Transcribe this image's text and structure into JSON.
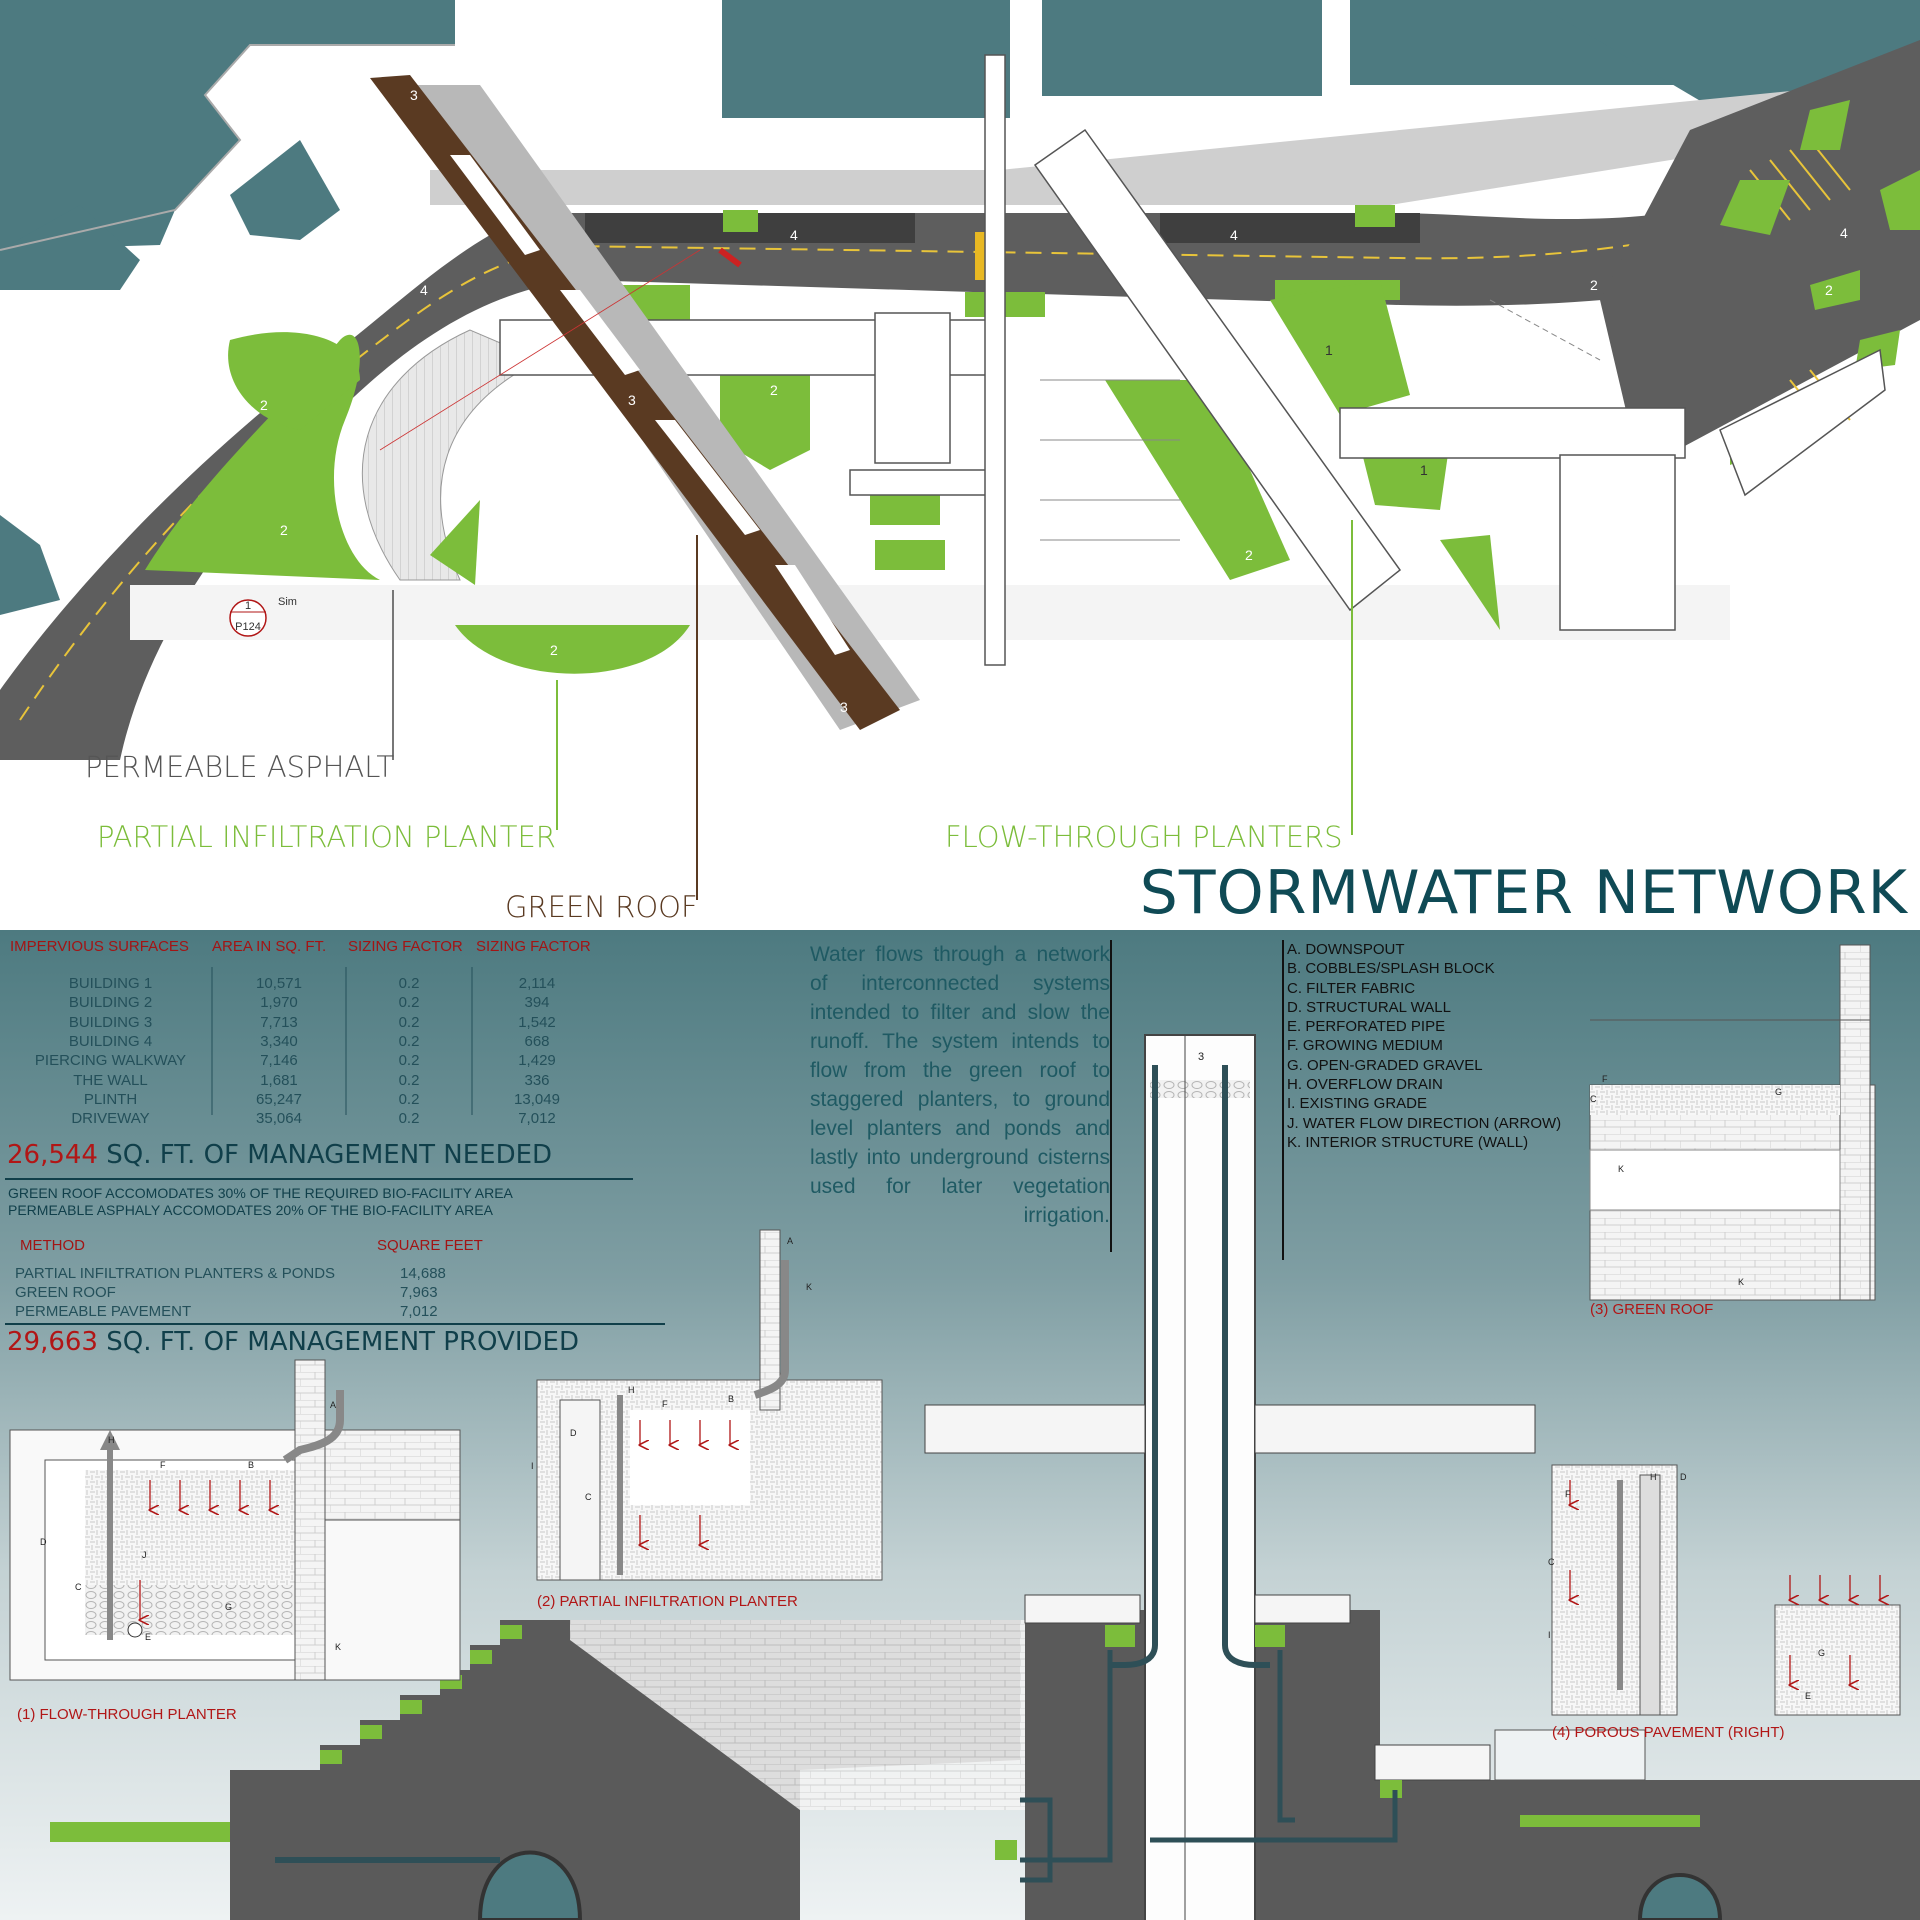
{
  "plan": {
    "zone_numbers": [
      "1",
      "2",
      "3",
      "4"
    ],
    "section_marker": {
      "number": "1",
      "sheet": "P124",
      "tag": "Sim"
    },
    "labels": {
      "permeable_asphalt": "PERMEABLE ASPHALT",
      "partial_infiltration_planter": "PARTIAL INFILTRATION PLANTER",
      "green_roof": "GREEN ROOF",
      "flow_through_planters": "FLOW-THROUGH PLANTERS"
    },
    "title": "STORMWATER NETWORK"
  },
  "colors": {
    "water": "#4d7a80",
    "green": "#7cbd3b",
    "roof": "#5a3a22",
    "title": "#0f4a55",
    "accent_red": "#b11616",
    "asphalt": "#5e5e5e"
  },
  "sizing_table": {
    "headers": [
      "IMPERVIOUS SURFACES",
      "AREA IN SQ. FT.",
      "SIZING FACTOR",
      "SIZING FACTOR"
    ],
    "rows": [
      [
        "BUILDING 1",
        "10,571",
        "0.2",
        "2,114"
      ],
      [
        "BUILDING 2",
        "1,970",
        "0.2",
        "394"
      ],
      [
        "BUILDING 3",
        "7,713",
        "0.2",
        "1,542"
      ],
      [
        "BUILDING 4",
        "3,340",
        "0.2",
        "668"
      ],
      [
        "PIERCING WALKWAY",
        "7,146",
        "0.2",
        "1,429"
      ],
      [
        "THE WALL",
        "1,681",
        "0.2",
        "336"
      ],
      [
        "PLINTH",
        "65,247",
        "0.2",
        "13,049"
      ],
      [
        "DRIVEWAY",
        "35,064",
        "0.2",
        "7,012"
      ]
    ]
  },
  "needed": {
    "value": "26,544",
    "text": "SQ. FT. OF MANAGEMENT NEEDED"
  },
  "notes": [
    "GREEN ROOF ACCOMODATES 30% OF THE REQUIRED BIO-FACILITY AREA",
    "PERMEABLE ASPHALY ACCOMODATES 20% OF THE BIO-FACILITY AREA"
  ],
  "method_table": {
    "headers": [
      "METHOD",
      "SQUARE FEET"
    ],
    "rows": [
      [
        "PARTIAL INFILTRATION PLANTERS & PONDS",
        "14,688"
      ],
      [
        "GREEN ROOF",
        "7,963"
      ],
      [
        "PERMEABLE PAVEMENT",
        "7,012"
      ]
    ]
  },
  "provided": {
    "value": "29,663",
    "text": "SQ. FT. OF MANAGEMENT PROVIDED"
  },
  "description": "Water flows through a network of interconnected systems intended to filter and slow the runoff. The system intends to flow from the green roof to staggered planters, to ground level planters and ponds and lastly into underground cisterns used for later vegetation irrigation.",
  "legend": [
    "A. DOWNSPOUT",
    "B. COBBLES/SPLASH BLOCK",
    "C. FILTER FABRIC",
    "D. STRUCTURAL WALL",
    "E. PERFORATED PIPE",
    "F. GROWING MEDIUM",
    "G. OPEN-GRADED GRAVEL",
    "H. OVERFLOW DRAIN",
    "I. EXISTING GRADE",
    "J. WATER FLOW DIRECTION (ARROW)",
    "K. INTERIOR STRUCTURE (WALL)"
  ],
  "details": {
    "flow_through": "(1) FLOW-THROUGH PLANTER",
    "partial": "(2) PARTIAL INFILTRATION PLANTER",
    "green_roof": "(3) GREEN ROOF",
    "porous": "(4) POROUS PAVEMENT (RIGHT)"
  },
  "detail_letters": [
    "A",
    "B",
    "C",
    "D",
    "E",
    "F",
    "G",
    "H",
    "I",
    "J",
    "K"
  ]
}
